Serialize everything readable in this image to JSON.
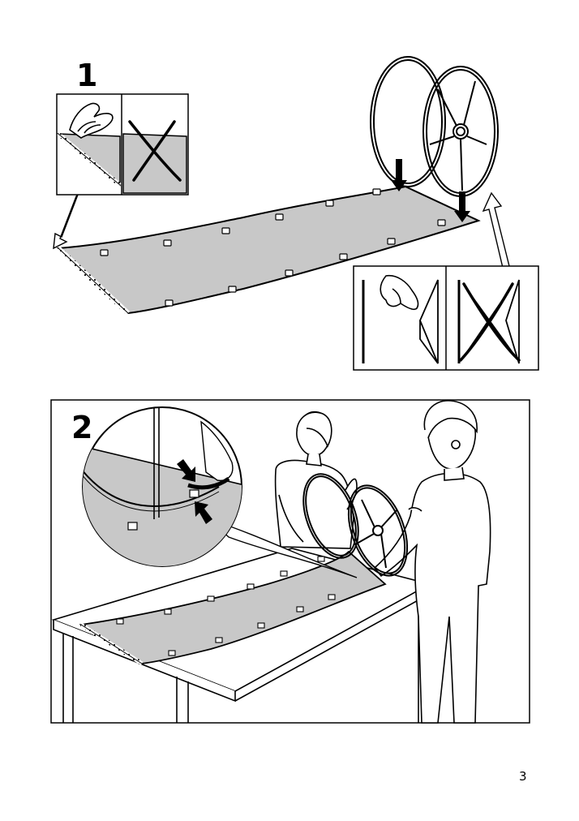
{
  "document": {
    "type": "assembly-instructions",
    "page_number": "3"
  },
  "steps": [
    {
      "number": "1",
      "panels": [
        {
          "name": "correct-hand-pinch-fabric",
          "kind": "correct"
        },
        {
          "name": "incorrect-crossed-out",
          "kind": "incorrect"
        },
        {
          "name": "correct-hand-ring-side",
          "kind": "correct"
        },
        {
          "name": "incorrect-ring-side-crossed-out",
          "kind": "incorrect"
        }
      ],
      "illustration": "lamp-fabric-strip-with-clips-and-two-rings"
    },
    {
      "number": "2",
      "illustration": "two-people-attaching-fabric-to-rings-at-table",
      "detail": "magnified-clip-attachment"
    }
  ],
  "colors": {
    "fabric_fill": "#c8c8c8",
    "line": "#000000",
    "background": "#ffffff"
  },
  "icons": [
    "arrow-down-icon",
    "arrow-up-icon",
    "cross-out-icon",
    "hand-icon"
  ]
}
